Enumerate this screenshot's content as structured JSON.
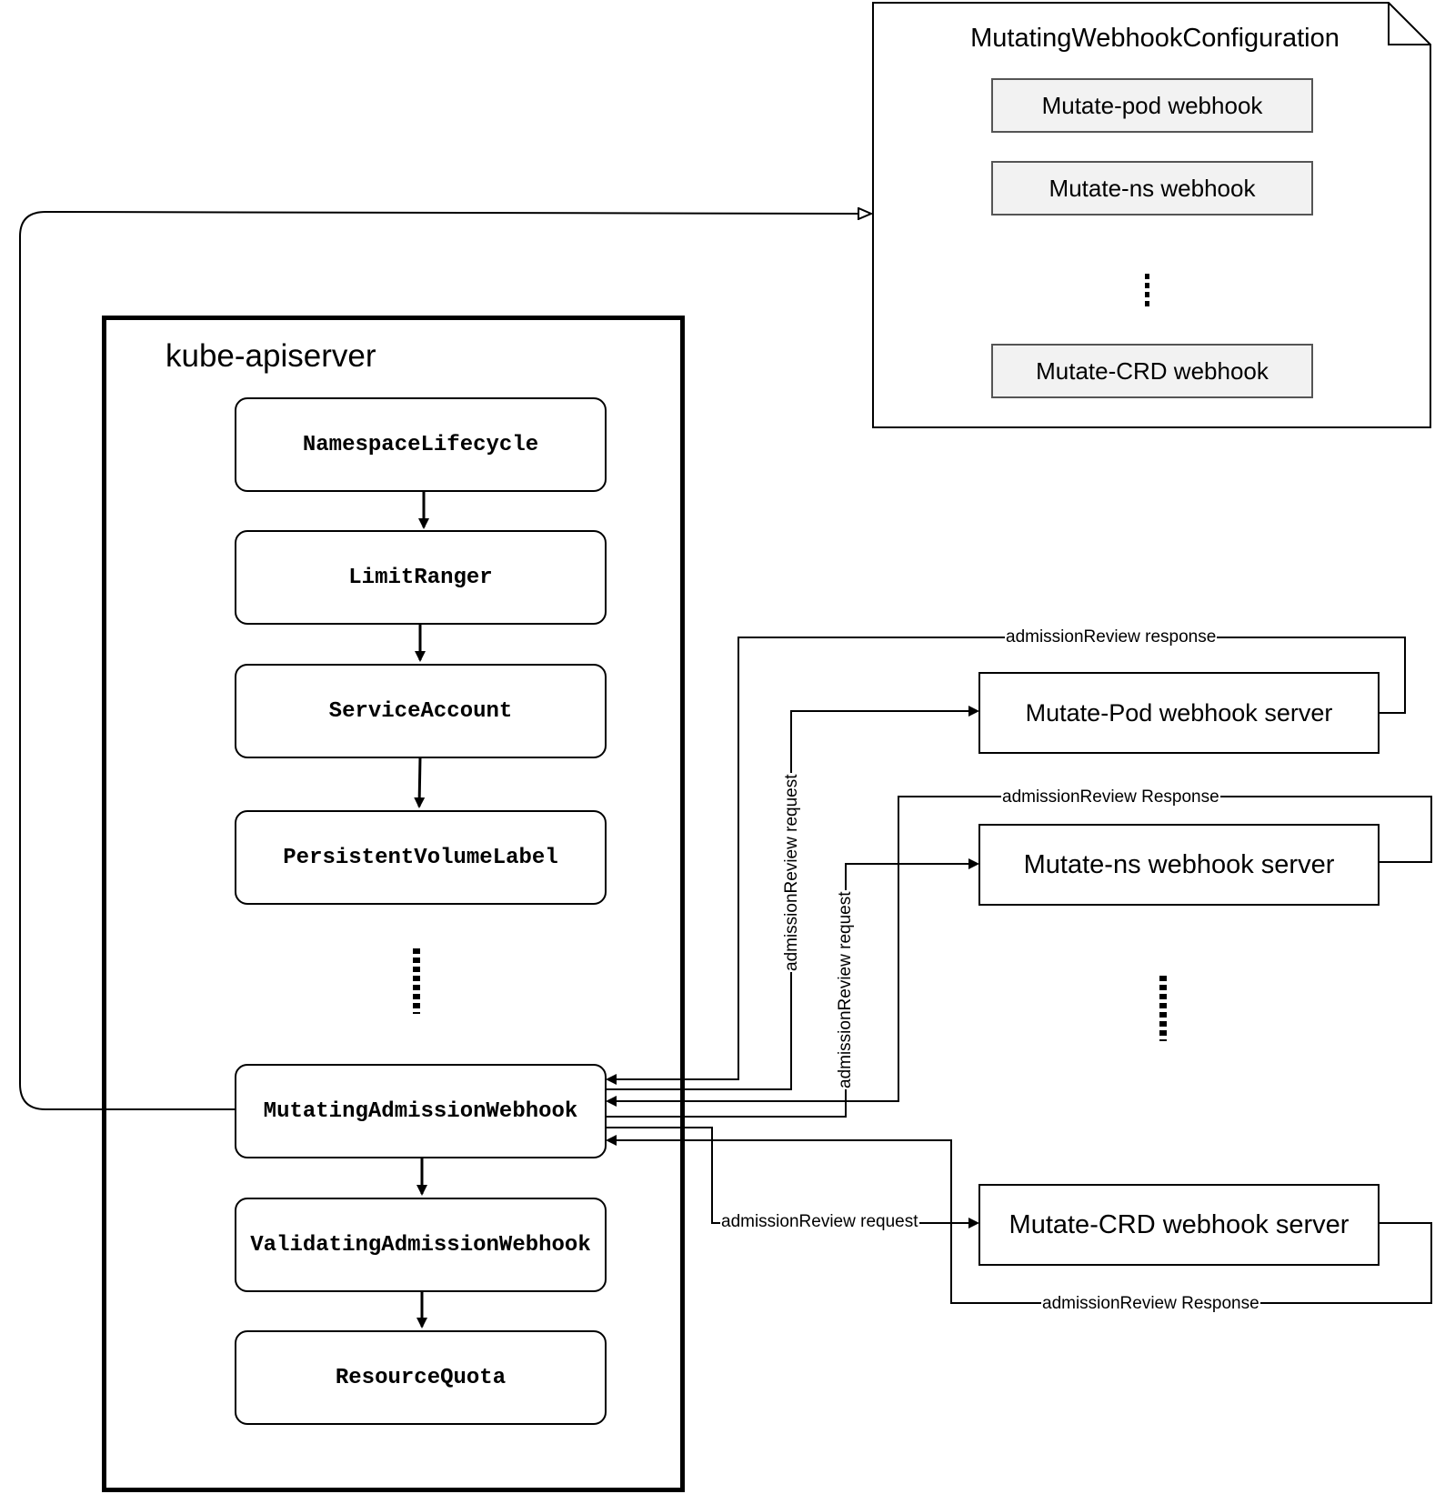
{
  "config": {
    "title": "MutatingWebhookConfiguration",
    "webhooks": [
      "Mutate-pod webhook",
      "Mutate-ns webhook",
      "Mutate-CRD webhook"
    ]
  },
  "apiserver": {
    "title": "kube-apiserver",
    "plugins": [
      "NamespaceLifecycle",
      "LimitRanger",
      "ServiceAccount",
      "PersistentVolumeLabel",
      "MutatingAdmissionWebhook",
      "ValidatingAdmissionWebhook",
      "ResourceQuota"
    ]
  },
  "servers": [
    "Mutate-Pod webhook server",
    "Mutate-ns webhook server",
    "Mutate-CRD webhook server"
  ],
  "edge_labels": {
    "pod_response": "admissionReview response",
    "pod_request": "admissionReview request",
    "ns_response": "admissionReview Response",
    "ns_request": "admissionReview request",
    "crd_request": "admissionReview request",
    "crd_response": "admissionReview Response"
  }
}
